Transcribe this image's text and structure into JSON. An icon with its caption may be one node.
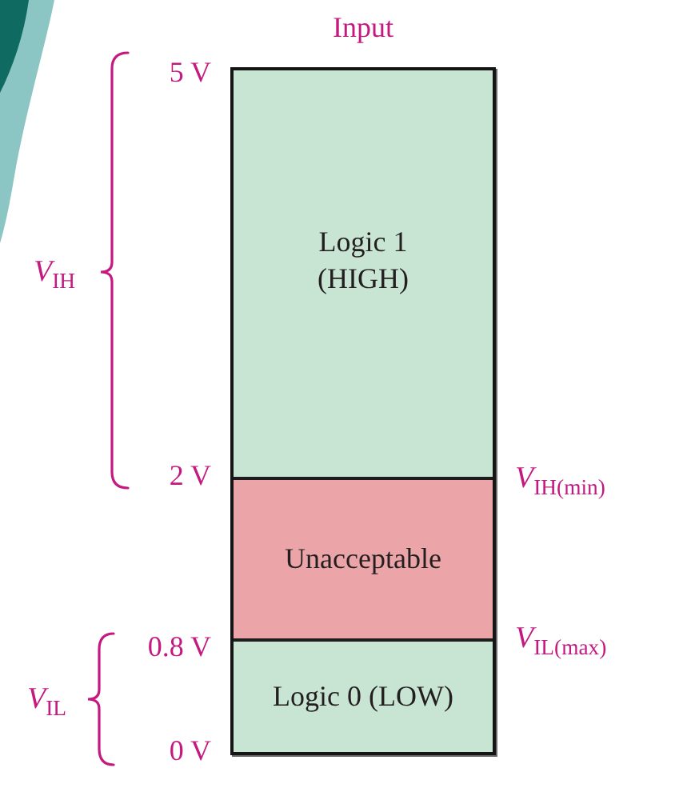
{
  "diagram": {
    "title": "Input",
    "nodes": [
      {
        "text": [
          "Logic 1 (HIGH)"
        ]
      },
      {
        "text": [
          "Unacceptable"
        ]
      },
      {
        "text": [
          "Logic 0 (LOW)"
        ]
      }
    ],
    "labels": [
      "5 V",
      "*V*$_{IH}$",
      "2 V",
      "*V*$_{IH(min)}$",
      "0.8 V",
      "*V*$_{IL(max)}$",
      "*V*$_{IL}$",
      "0 V"
    ]
  }
}
